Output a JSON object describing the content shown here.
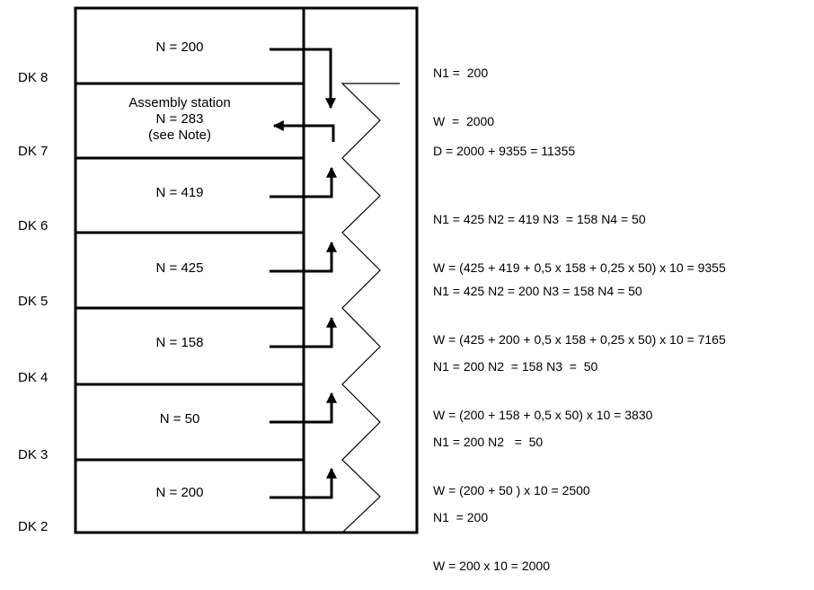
{
  "decks": [
    {
      "label": "DK 8"
    },
    {
      "label": "DK 7"
    },
    {
      "label": "DK 6"
    },
    {
      "label": "DK 5"
    },
    {
      "label": "DK 4"
    },
    {
      "label": "DK 3"
    },
    {
      "label": "DK 2"
    }
  ],
  "rooms": [
    {
      "lines": [
        "N = 200"
      ]
    },
    {
      "lines": [
        "Assembly station",
        "N = 283",
        "(see Note)"
      ]
    },
    {
      "lines": [
        "N = 419"
      ]
    },
    {
      "lines": [
        "N = 425"
      ]
    },
    {
      "lines": [
        "N = 158"
      ]
    },
    {
      "lines": [
        "N = 50"
      ]
    },
    {
      "lines": [
        "N = 200"
      ]
    }
  ],
  "calculations": [
    {
      "line1": "N1 =  200",
      "line2": "W  =  2000"
    },
    {
      "line1": "D = 2000 + 9355 = 11355",
      "line2": ""
    },
    {
      "line1": "N1 = 425 N2 = 419 N3  = 158 N4 = 50",
      "line2": "W = (425 + 419 + 0,5 x 158 + 0,25 x 50) x 10 = 9355"
    },
    {
      "line1": "N1 = 425 N2 = 200 N3 = 158 N4 = 50",
      "line2": "W = (425 + 200 + 0,5 x 158 + 0,25 x 50) x 10 = 7165"
    },
    {
      "line1": "N1 = 200 N2  = 158 N3  =  50",
      "line2": "W = (200 + 158 + 0,5 x 50) x 10 = 3830"
    },
    {
      "line1": "N1 = 200 N2   =  50",
      "line2": "W = (200 + 50 ) x 10 = 2500"
    },
    {
      "line1": "N1  = 200",
      "line2": "W = 200 x 10 = 2000"
    }
  ]
}
